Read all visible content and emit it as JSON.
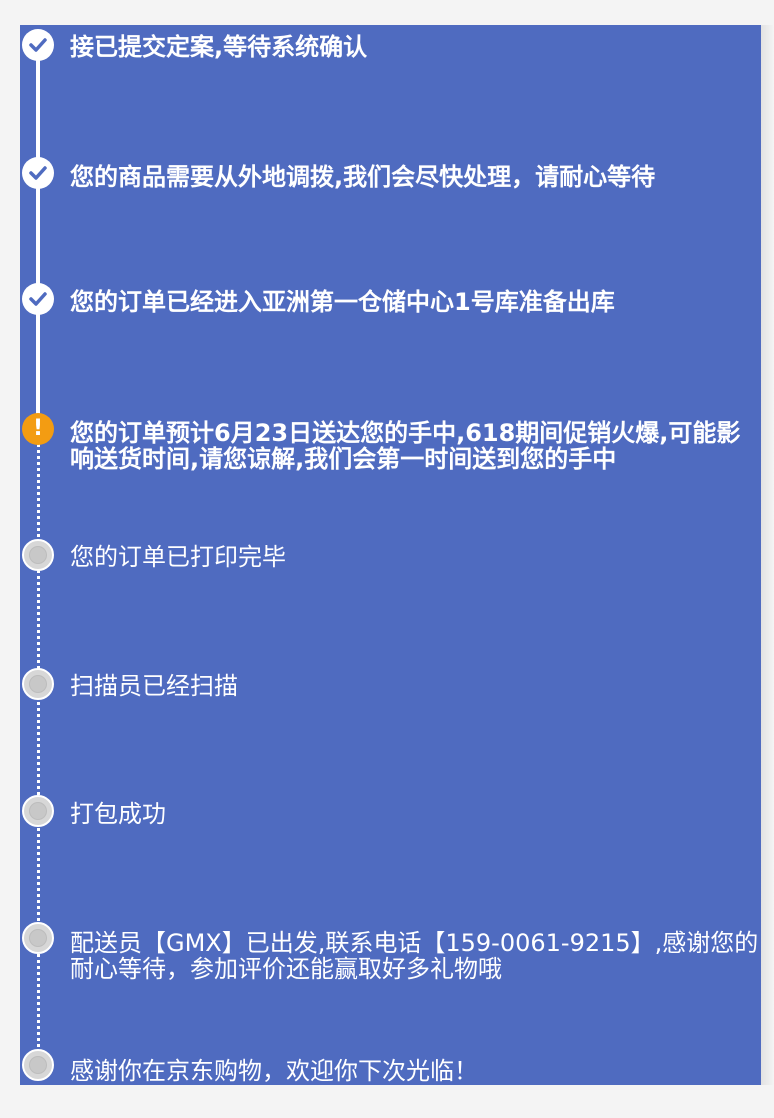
{
  "tracking": {
    "items": [
      {
        "text": "接已提交定案,等待系统确认",
        "status": "done"
      },
      {
        "text": "您的商品需要从外地调拨,我们会尽快处理，请耐心等待",
        "status": "done"
      },
      {
        "text": "您的订单已经进入亚洲第一仓储中心1号库准备出库",
        "status": "done"
      },
      {
        "text": "您的订单预计6月23日送达您的手中,618期间促销火爆,可能影响送货时间,请您谅解,我们会第一时间送到您的手中",
        "status": "warning"
      },
      {
        "text": "您的订单已打印完毕",
        "status": "pending"
      },
      {
        "text": "扫描员已经扫描",
        "status": "pending"
      },
      {
        "text": "打包成功",
        "status": "pending"
      },
      {
        "text": "配送员【GMX】已出发,联系电话【159-0061-9215】,感谢您的耐心等待，参加评价还能赢取好多礼物哦",
        "status": "pending"
      },
      {
        "text": "感谢你在京东购物，欢迎你下次光临！",
        "status": "pending"
      }
    ],
    "icons": {
      "done": "check-circle-icon",
      "warning": "exclamation-circle-icon",
      "pending": "circle-icon"
    },
    "colors": {
      "background": "#4f6bc0",
      "warning": "#f39c12",
      "text": "#ffffff"
    }
  }
}
